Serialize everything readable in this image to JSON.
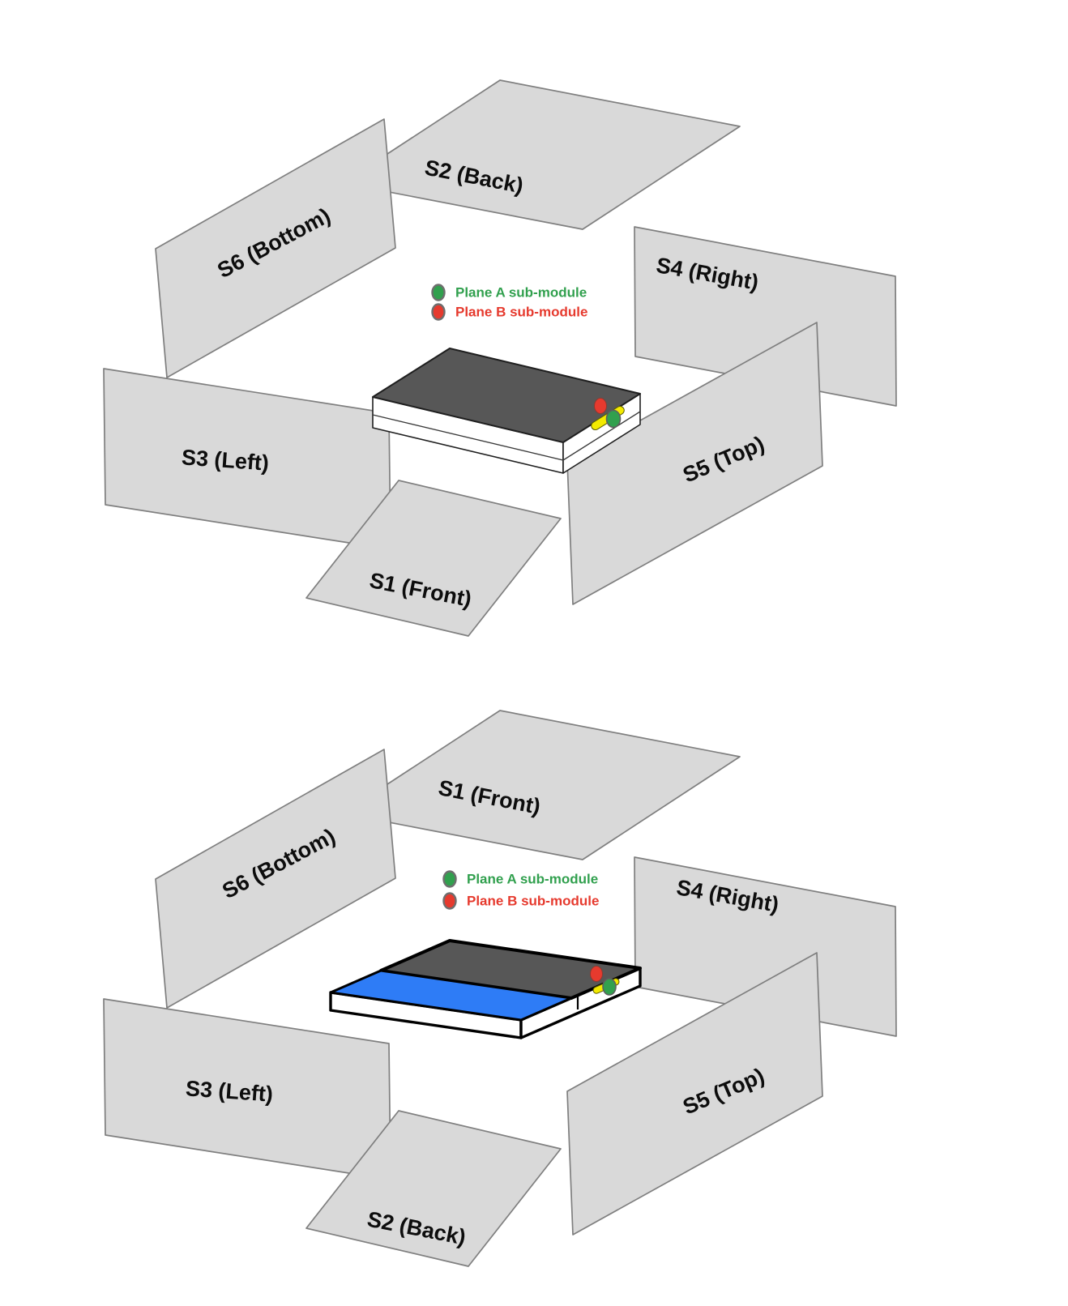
{
  "colors": {
    "panel-fill": "#d9d9d9",
    "panel-stroke": "#7f7f7f",
    "label-color": "#0d0d0d",
    "module-top": "#575757",
    "module-side": "#ffffff",
    "module-outline": "#1f1f1f",
    "scint-blue": "#2e7cf6",
    "fiber-yellow": "#f3ea00",
    "plane-a-green": "#31a04e",
    "plane-b-red": "#e63a2e",
    "dot-outline": "#6e6e6e"
  },
  "diagram1": {
    "name": "exploded view, configuration 1",
    "panels": [
      {
        "id": "s2-back",
        "label": "S2 (Back)"
      },
      {
        "id": "s6-bottom",
        "label": "S6 (Bottom)"
      },
      {
        "id": "s4-right",
        "label": "S4 (Right)"
      },
      {
        "id": "s3-left",
        "label": "S3 (Left)"
      },
      {
        "id": "s5-top",
        "label": "S5 (Top)"
      },
      {
        "id": "s1-front",
        "label": "S1 (Front)"
      }
    ],
    "legend": {
      "plane_a": "Plane A sub-module",
      "plane_b": "Plane B sub-module"
    }
  },
  "diagram2": {
    "name": "exploded view, configuration 2",
    "panels": [
      {
        "id": "s1-front",
        "label": "S1 (Front)"
      },
      {
        "id": "s6-bottom",
        "label": "S6 (Bottom)"
      },
      {
        "id": "s4-right",
        "label": "S4 (Right)"
      },
      {
        "id": "s3-left",
        "label": "S3 (Left)"
      },
      {
        "id": "s5-top",
        "label": "S5 (Top)"
      },
      {
        "id": "s2-back",
        "label": "S2 (Back)"
      }
    ],
    "legend": {
      "plane_a": "Plane A sub-module",
      "plane_b": "Plane B sub-module"
    }
  }
}
